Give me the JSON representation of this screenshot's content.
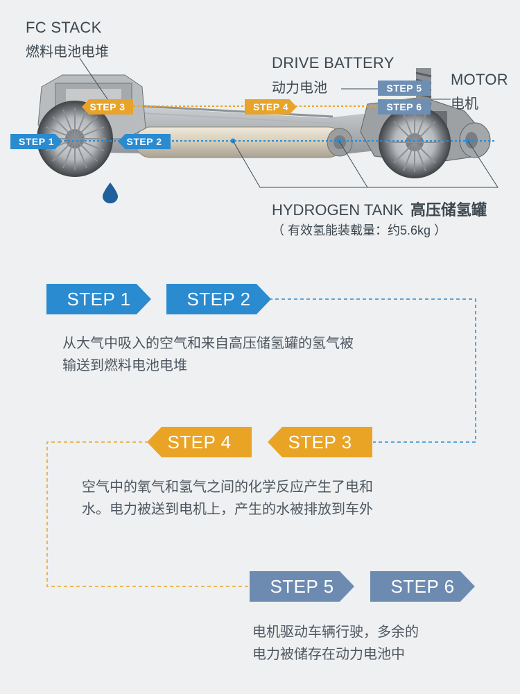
{
  "labels": {
    "fc_stack_en": "FC STACK",
    "fc_stack_cn": "燃料电池电堆",
    "drive_battery_en": "DRIVE BATTERY",
    "drive_battery_cn": "动力电池",
    "motor_en": "MOTOR",
    "motor_cn": "电机",
    "hydrogen_tank_en": "HYDROGEN TANK",
    "hydrogen_tank_cn": "高压储氢罐",
    "hydrogen_capacity": "（ 有效氢能装载量：约5.6kg ）"
  },
  "diagram_steps": [
    "STEP 1",
    "STEP 2",
    "STEP 3",
    "STEP 4",
    "STEP 5",
    "STEP 6"
  ],
  "steps": [
    {
      "label": "STEP 1",
      "color": "#2a8bd0"
    },
    {
      "label": "STEP 2",
      "color": "#2a8bd0"
    },
    {
      "label": "STEP 3",
      "color": "#e9a426"
    },
    {
      "label": "STEP 4",
      "color": "#e9a426"
    },
    {
      "label": "STEP 5",
      "color": "#6d8bb0"
    },
    {
      "label": "STEP 6",
      "color": "#6d8bb0"
    }
  ],
  "descriptions": {
    "d12_line1": "从大气中吸入的空气和来自高压储氢罐的氢气被",
    "d12_line2": "输送到燃料电池电堆",
    "d34_line1": "空气中的氧气和氢气之间的化学反应产生了电和",
    "d34_line2": "水。电力被送到电机上，产生的水被排放到车外",
    "d56_line1": "电机驱动车辆行驶，多余的",
    "d56_line2": "电力被储存在动力电池中"
  },
  "colors": {
    "blue": "#2a8bd0",
    "orange": "#e9a426",
    "slate": "#6d8bb0",
    "background": "#eef0f1",
    "water_drop": "#1f5f9c"
  },
  "icons": [
    "water-drop-icon"
  ]
}
